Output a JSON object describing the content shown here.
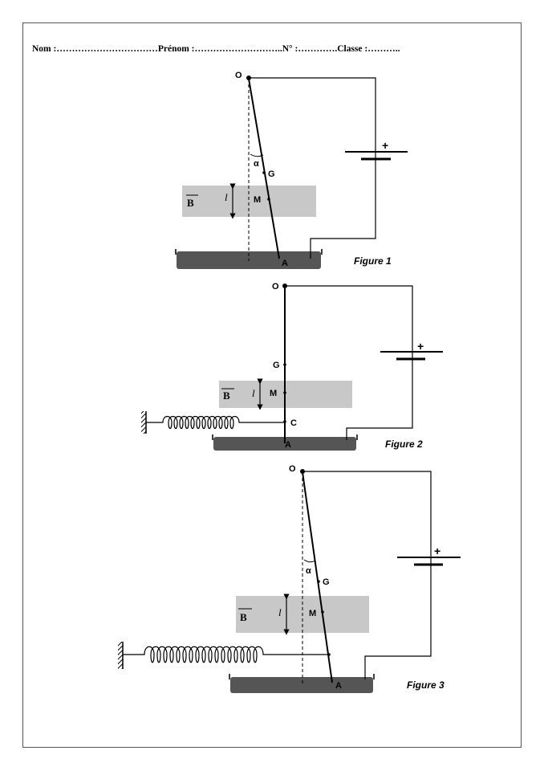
{
  "header": {
    "text": "Nom :……………………………Prénom :………………………..N° :………….Classe :……….."
  },
  "labels": {
    "O": "O",
    "G": "G",
    "M": "M",
    "A": "A",
    "C": "C",
    "alpha": "α",
    "B": "B",
    "l": "l",
    "plus": "+"
  },
  "figures": {
    "fig1": "Figure 1",
    "fig2": "Figure 2",
    "fig3": "Figure 3"
  }
}
